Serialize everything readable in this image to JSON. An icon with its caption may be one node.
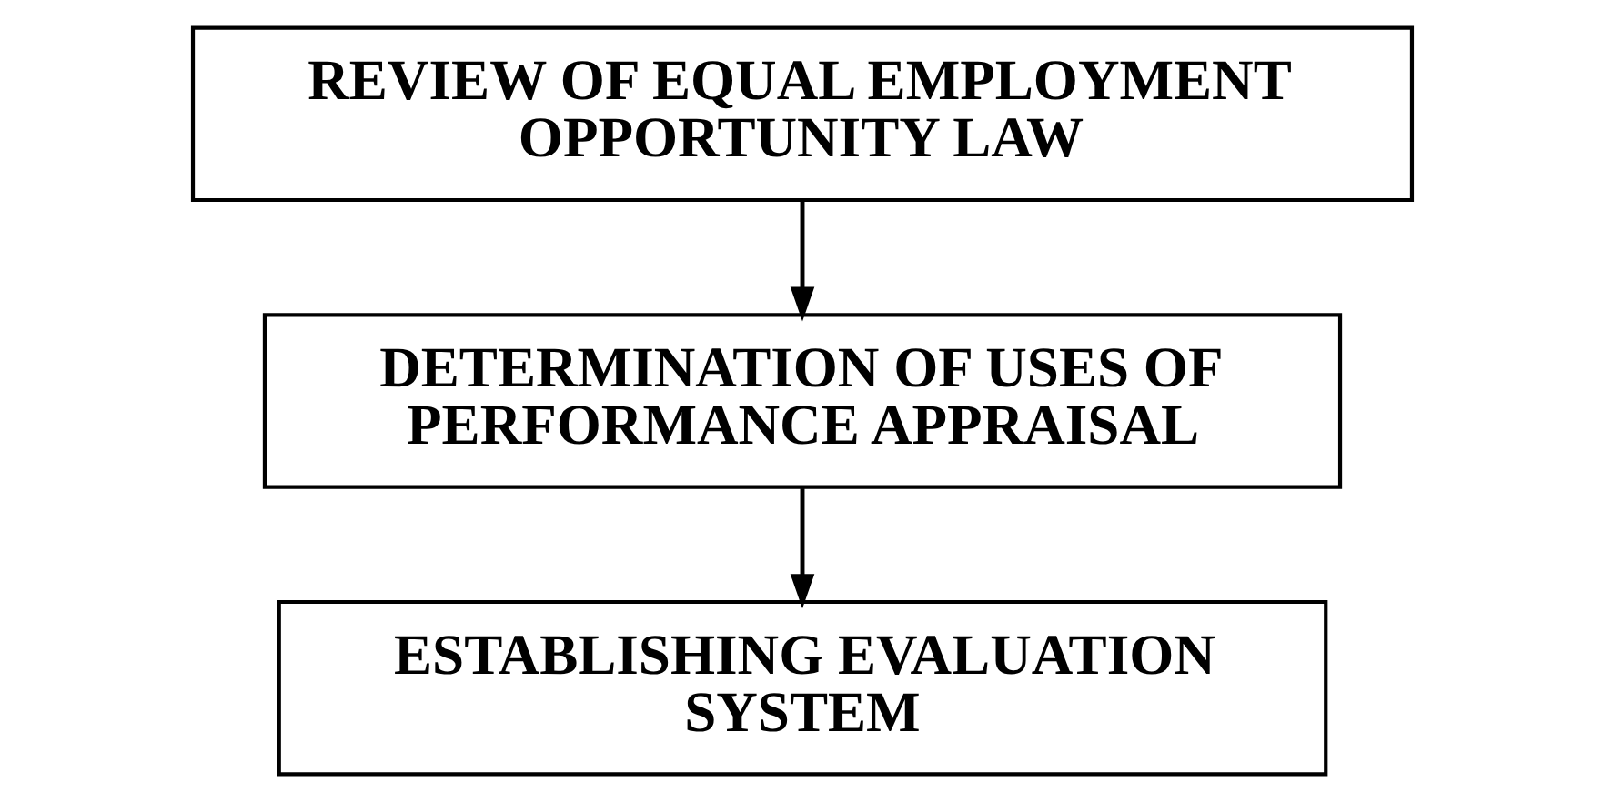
{
  "diagram": {
    "nodes": [
      {
        "text": [
          "REVIEW OF EQUAL EMPLOYMENT OPPORTUNITY LAW"
        ]
      },
      {
        "text": [
          "DETERMINATION OF USES OF PERFORMANCE APPRAISAL"
        ]
      },
      {
        "text": [
          "ESTABLISHING EVALUATION SYSTEM"
        ]
      }
    ],
    "edges": [
      {
        "from": 0,
        "to": 1,
        "arrow": "to"
      },
      {
        "from": 1,
        "to": 2,
        "arrow": "to"
      }
    ]
  }
}
